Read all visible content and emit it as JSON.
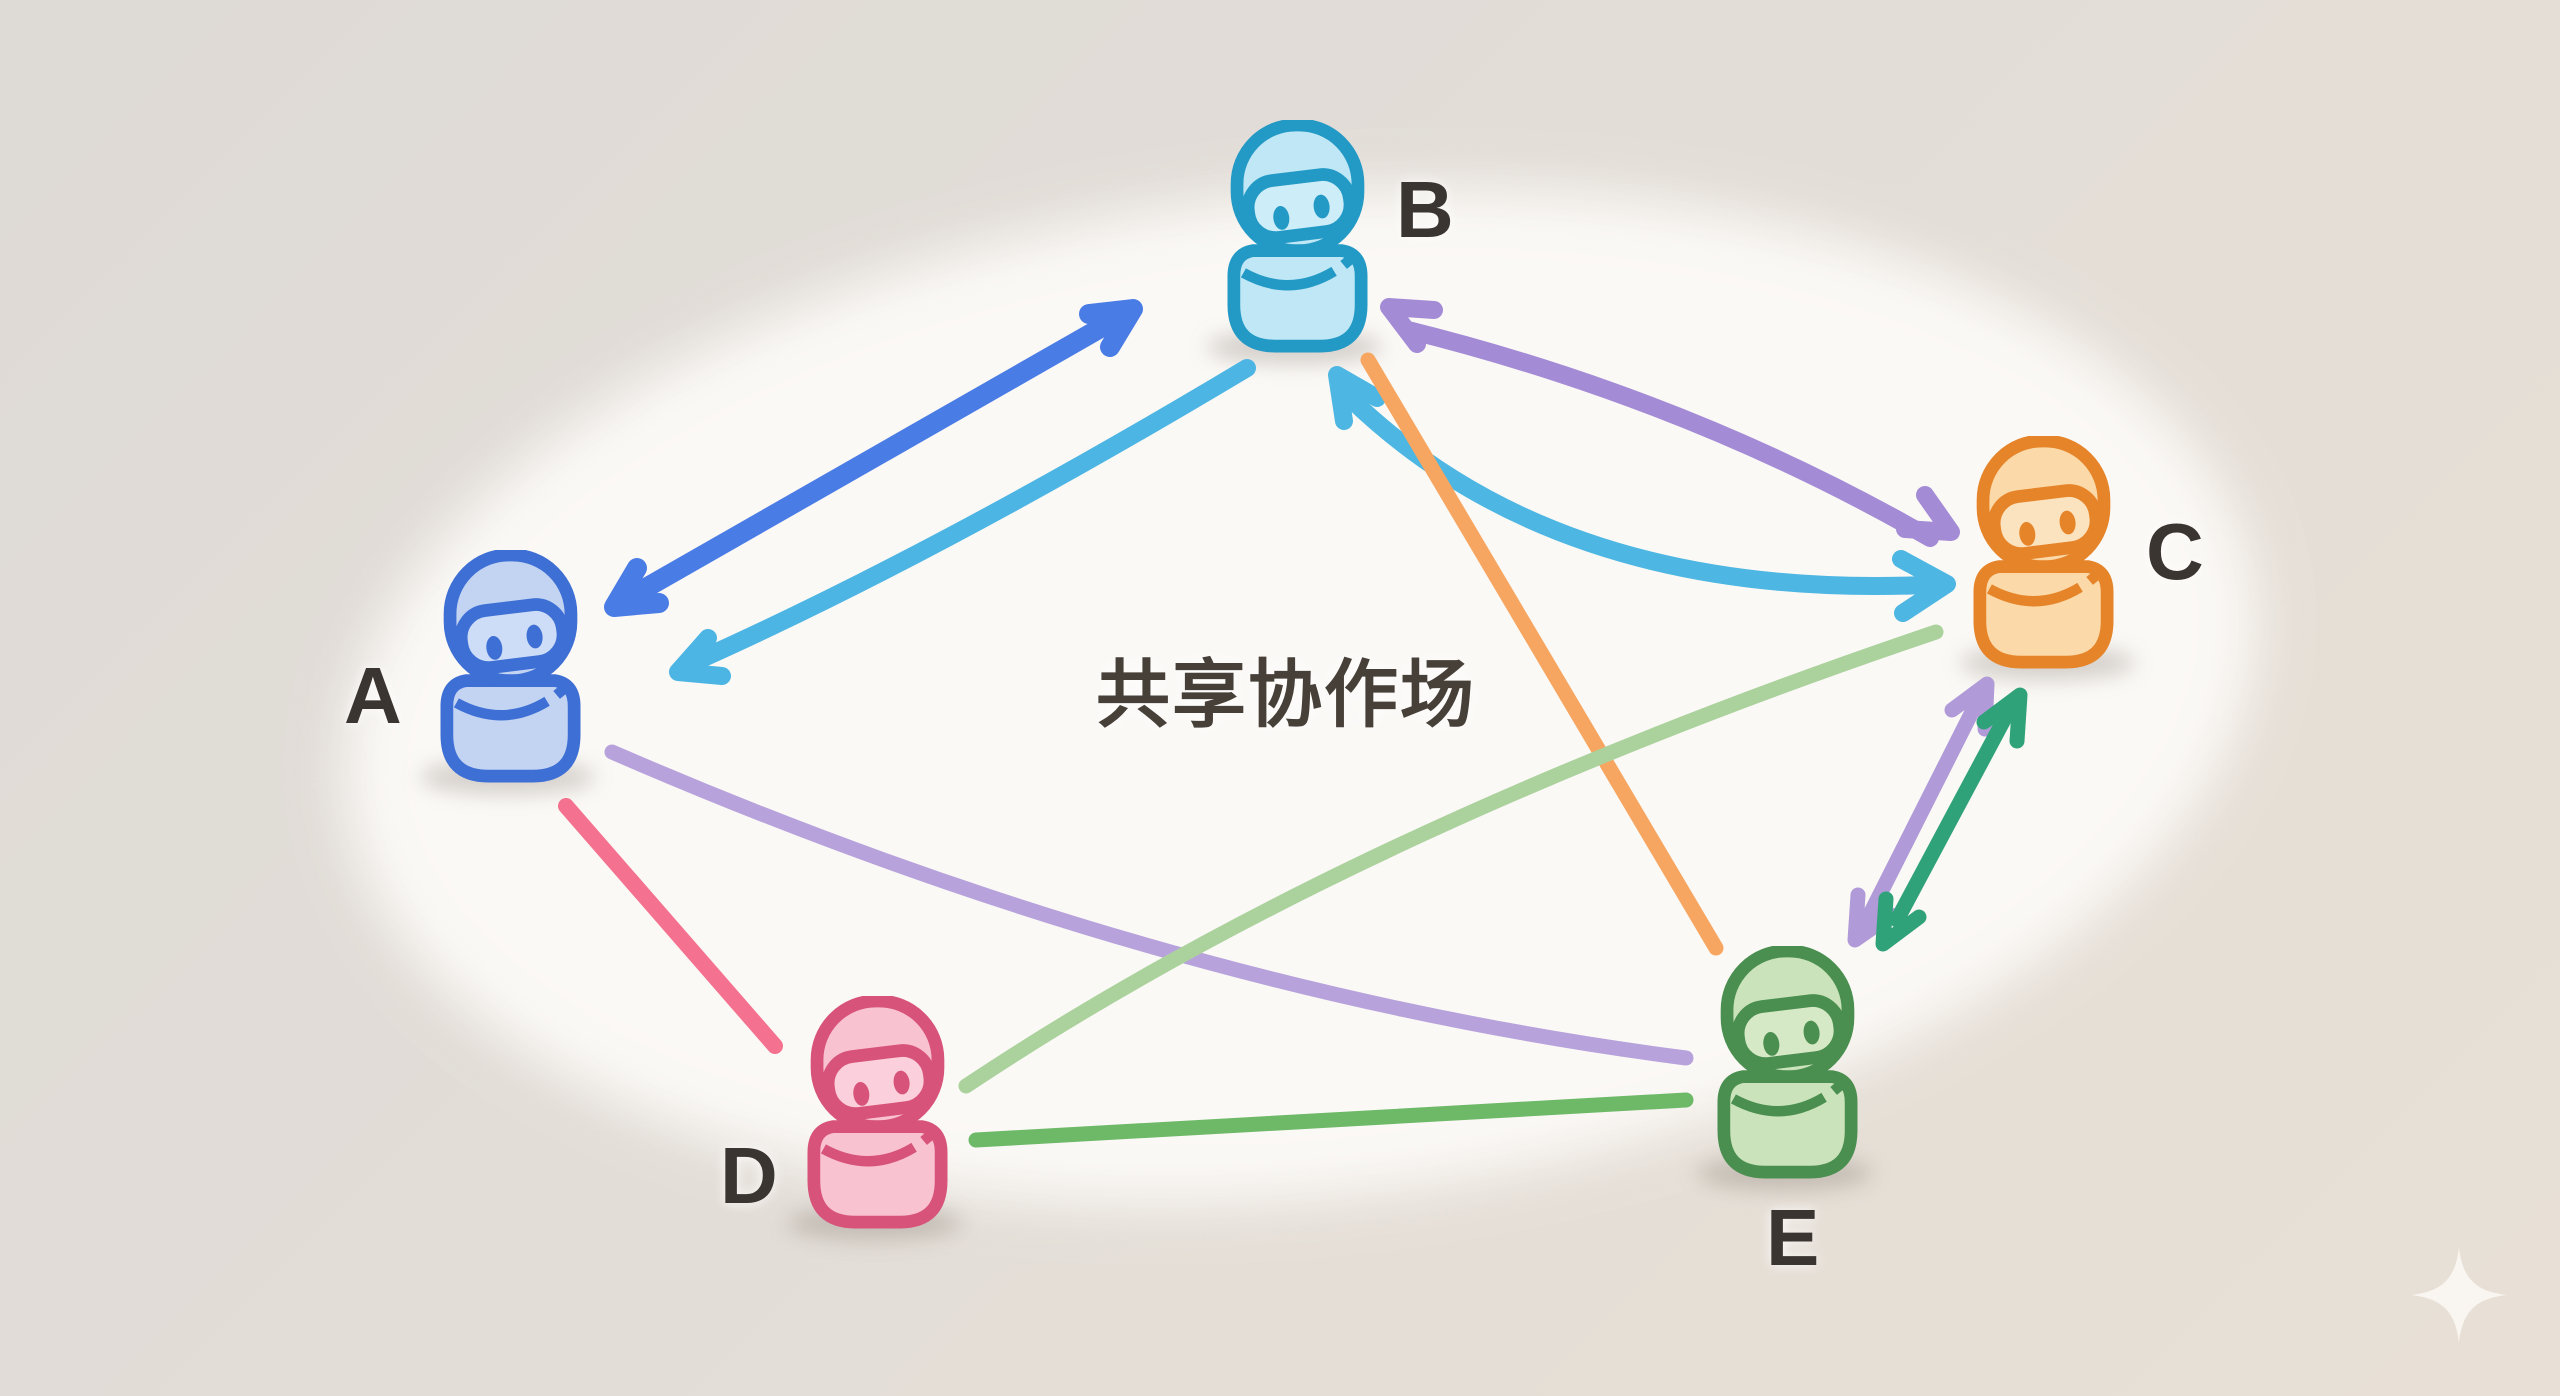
{
  "title": {
    "text": "共享协作场"
  },
  "canvas": {
    "background_top": "#dedad6",
    "background_bottom": "#e8e0d6",
    "field_blob_color": "#fcfaf7"
  },
  "nodes": [
    {
      "id": "A",
      "label": "A",
      "color": "#3e6fd4",
      "fill": "#c3d4f3",
      "fill_light": "#cdddf7"
    },
    {
      "id": "B",
      "label": "B",
      "color": "#2399c6",
      "fill": "#bfe7f5",
      "fill_light": "#cdeef8"
    },
    {
      "id": "C",
      "label": "C",
      "color": "#e68429",
      "fill": "#fbd9a9",
      "fill_light": "#fce3bf"
    },
    {
      "id": "D",
      "label": "D",
      "color": "#d75379",
      "fill": "#f9c2d1",
      "fill_light": "#fbcfdb"
    },
    {
      "id": "E",
      "label": "E",
      "color": "#4a8f50",
      "fill": "#cbe3ba",
      "fill_light": "#d6e9c6"
    }
  ],
  "edges": [
    {
      "name": "a-b-blue",
      "from": "A",
      "to": "B",
      "type": "double-arrow",
      "color": "#4a7ce6"
    },
    {
      "name": "b-a-cyan",
      "from": "B",
      "to": "A",
      "type": "arrow",
      "color": "#4cb5e4"
    },
    {
      "name": "b-c-purple",
      "from": "B",
      "to": "C",
      "type": "double-arrow",
      "color": "#a48bd6"
    },
    {
      "name": "b-c-cyan",
      "from": "B",
      "to": "C",
      "type": "double-arrow",
      "color": "#4db6e2"
    },
    {
      "name": "b-e-orange",
      "from": "B",
      "to": "E",
      "type": "line",
      "color": "#f6a660"
    },
    {
      "name": "a-e-purple",
      "from": "A",
      "to": "E",
      "type": "line",
      "color": "#b7a2dc"
    },
    {
      "name": "a-d-pink",
      "from": "A",
      "to": "D",
      "type": "line",
      "color": "#f4718f"
    },
    {
      "name": "d-c-lightgreen",
      "from": "D",
      "to": "C",
      "type": "line",
      "color": "#abd29d"
    },
    {
      "name": "d-e-green",
      "from": "D",
      "to": "E",
      "type": "line",
      "color": "#6db968"
    },
    {
      "name": "c-e-purple",
      "from": "C",
      "to": "E",
      "type": "double-arrow",
      "color": "#b09ad8"
    },
    {
      "name": "e-c-green",
      "from": "E",
      "to": "C",
      "type": "double-arrow",
      "color": "#2fa279"
    }
  ],
  "sparkle": {
    "color": "#f9f5f0"
  }
}
